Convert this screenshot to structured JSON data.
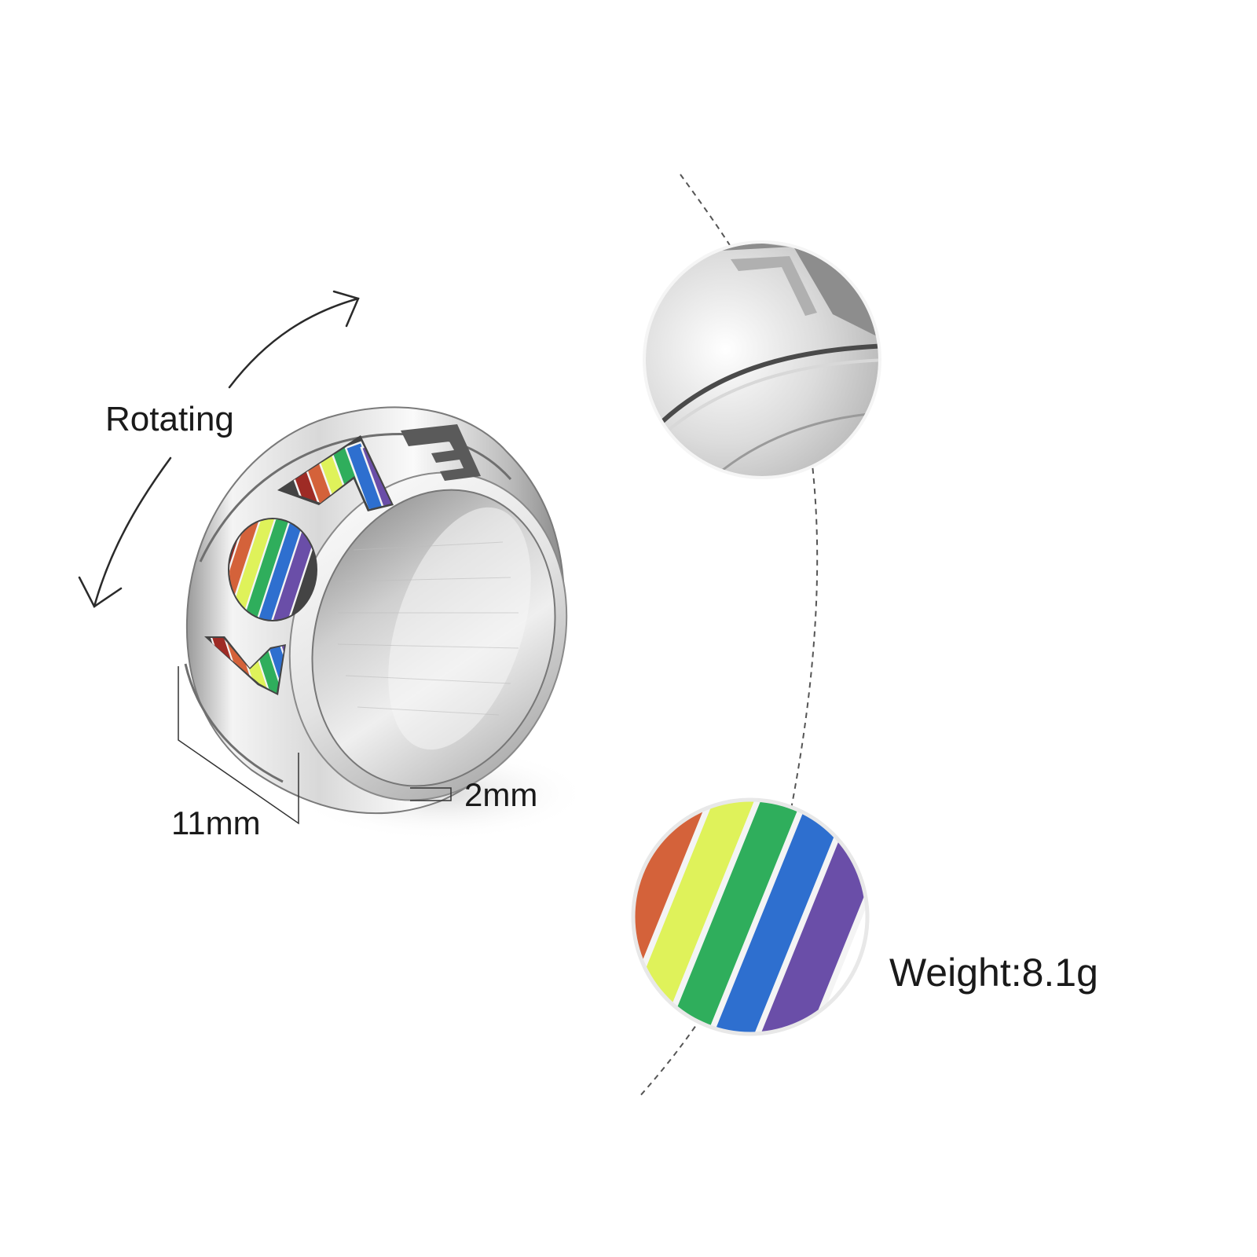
{
  "labels": {
    "rotating": "Rotating",
    "band_width": "11mm",
    "band_thickness": "2mm",
    "weight": "Weight:8.1g"
  },
  "ring": {
    "engraving": "LOVE"
  },
  "colors": {
    "background": "#ffffff",
    "text": "#1a1a1a",
    "steel_light": "#f2f2f2",
    "steel_mid": "#c9c9c9",
    "steel_dark": "#8d8d8d",
    "rainbow": [
      "#9e2b25",
      "#d4623a",
      "#dff25a",
      "#2fae5c",
      "#2e6fcf",
      "#6a4ea8"
    ]
  }
}
